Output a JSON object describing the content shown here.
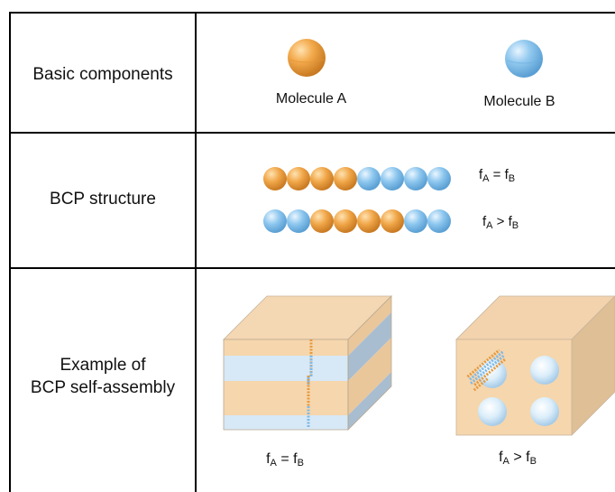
{
  "rows": {
    "components": {
      "label": "Basic components"
    },
    "structure": {
      "label": "BCP structure"
    },
    "assembly": {
      "label_line1": "Example of",
      "label_line2": "BCP self-assembly"
    }
  },
  "molecules": {
    "a": {
      "name": "Molecule A",
      "color": "#f0a648"
    },
    "b": {
      "name": "Molecule B",
      "color": "#8cc6ee"
    }
  },
  "chains": [
    {
      "sequence": "AAAABBBB",
      "fraction": {
        "f": "f",
        "sub1": "A",
        "op": " = ",
        "sub2": "B"
      }
    },
    {
      "sequence": "BBAAAABB",
      "fraction": {
        "f": "f",
        "sub1": "A",
        "op": " > ",
        "sub2": "B"
      }
    }
  ],
  "assemblies": [
    {
      "kind": "lamellar",
      "caption": {
        "f": "f",
        "sub1": "A",
        "op": " = ",
        "sub2": "B"
      }
    },
    {
      "kind": "spherical",
      "caption": {
        "f": "f",
        "sub1": "A",
        "op": " > ",
        "sub2": "B"
      }
    }
  ]
}
